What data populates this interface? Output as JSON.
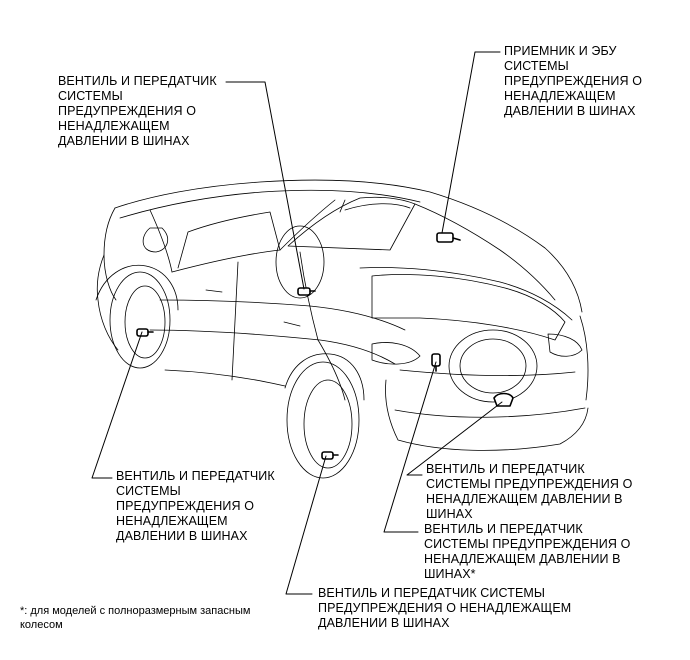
{
  "labels": {
    "front_left_valve": "ВЕНТИЛЬ И ПЕРЕДАТЧИК\nСИСТЕМЫ\nПРЕДУПРЕЖДЕНИЯ О\nНЕНАДЛЕЖАЩЕМ\nДАВЛЕНИИ В ШИНАХ",
    "receiver_ecu": "ПРИЕМНИК И ЭБУ\nСИСТЕМЫ\nПРЕДУПРЕЖДЕНИЯ О\nНЕНАДЛЕЖАЩЕМ\nДАВЛЕНИИ В ШИНАХ",
    "front_right_valve": "ВЕНТИЛЬ И ПЕРЕДАТЧИК\nСИСТЕМЫ\nПРЕДУПРЕЖДЕНИЯ О\nНЕНАДЛЕЖАЩЕМ\nДАВЛЕНИИ В ШИНАХ",
    "rear_left_valve": "ВЕНТИЛЬ И ПЕРЕДАТЧИК\nСИСТЕМЫ ПРЕДУПРЕЖДЕНИЯ О\nНЕНАДЛЕЖАЩЕМ ДАВЛЕНИИ В\nШИНАХ",
    "spare_valve": "ВЕНТИЛЬ И ПЕРЕДАТЧИК\nСИСТЕМЫ ПРЕДУПРЕЖДЕНИЯ О\nНЕНАДЛЕЖАЩЕМ ДАВЛЕНИИ В\nШИНАХ*",
    "rear_right_valve": "ВЕНТИЛЬ И ПЕРЕДАТЧИК СИСТЕМЫ\nПРЕДУПРЕЖДЕНИЯ О НЕНАДЛЕЖАЩЕМ\nДАВЛЕНИИ В ШИНАХ"
  },
  "footnote": "*: для моделей с полноразмерным запасным\nколесом"
}
